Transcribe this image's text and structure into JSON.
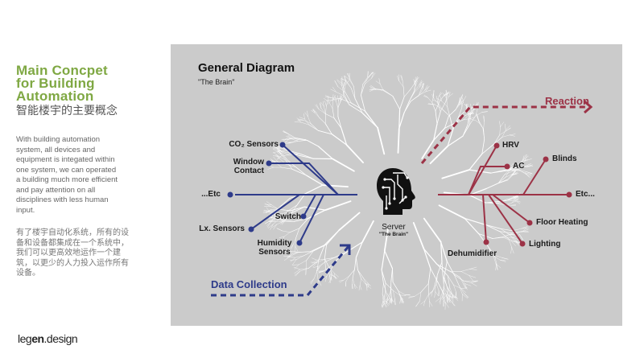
{
  "left_panel": {
    "title_en": "Main Concpet\nfor Building\nAutomation",
    "title_cn": "智能楼宇的主要概念",
    "description_en": "With building automation\nsystem, all devices and\nequipment is integated within\none system, we can operated\na building much more efficient\nand pay attention on all\ndisciplines with less human\ninput.",
    "description_cn": "有了楼宇自动化系统，所有的设\n备和设备都集成在一个系统中，\n我们可以更高效地运作一个建\n筑，以更少的人力投入运作所有\n设备。"
  },
  "logo": {
    "part1": "leg",
    "part2": "en",
    "part3": ".design"
  },
  "diagram": {
    "title": "General Diagram",
    "subtitle": "\"The Brain\"",
    "server_label": "Server",
    "server_sublabel": "\"The Brain\"",
    "input_flow_label": "Data Collection",
    "output_flow_label": "Reaction",
    "sensors": {
      "co2": "CO₂ Sensors",
      "window": "Window\nContact",
      "etc": "...Etc",
      "switch": "Switch",
      "lx": "Lx. Sensors",
      "humidity": "Humidity\nSensors"
    },
    "actuators": {
      "hrv": "HRV",
      "ac": "AC",
      "blinds": "Blinds",
      "etc": "Etc...",
      "floor_heating": "Floor Heating",
      "lighting": "Lighting",
      "dehumidifier": "Dehumidifier"
    }
  },
  "colors": {
    "accent_green": "#7fa843",
    "input_blue": "#2e3b8a",
    "output_red": "#9c3246",
    "panel_gray": "#cbcbcb",
    "branch_white": "#ffffff"
  }
}
